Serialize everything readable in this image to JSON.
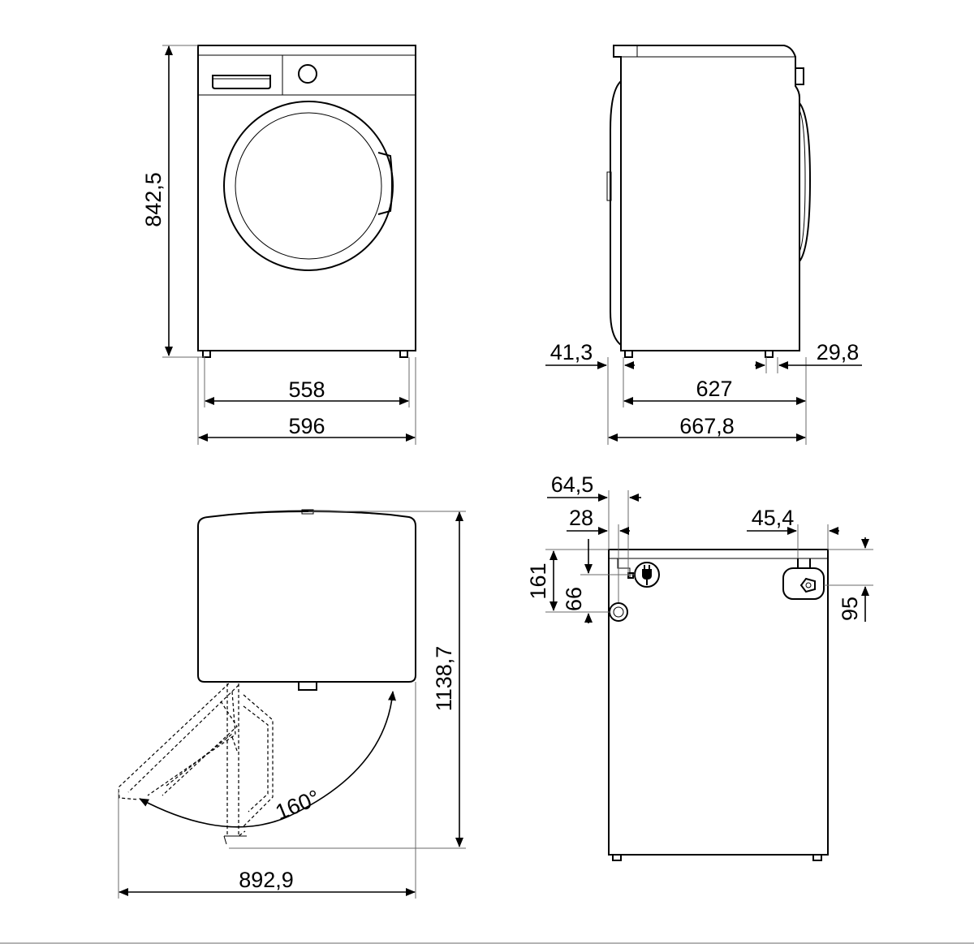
{
  "dimensions": {
    "front_height": "842,5",
    "front_inner_width": "558",
    "front_outer_width": "596",
    "side_front_offset": "41,3",
    "side_rear_offset": "29,8",
    "side_body_depth": "627",
    "side_total_depth": "667,8",
    "top_total_depth": "1138,7",
    "top_door_open_width": "892,9",
    "top_door_angle": "160°",
    "rear_plug_offset": "64,5",
    "rear_drain_offset": "28",
    "rear_inlet_offset": "45,4",
    "rear_plug_height": "161",
    "rear_drain_height": "66",
    "rear_inlet_height": "95"
  }
}
